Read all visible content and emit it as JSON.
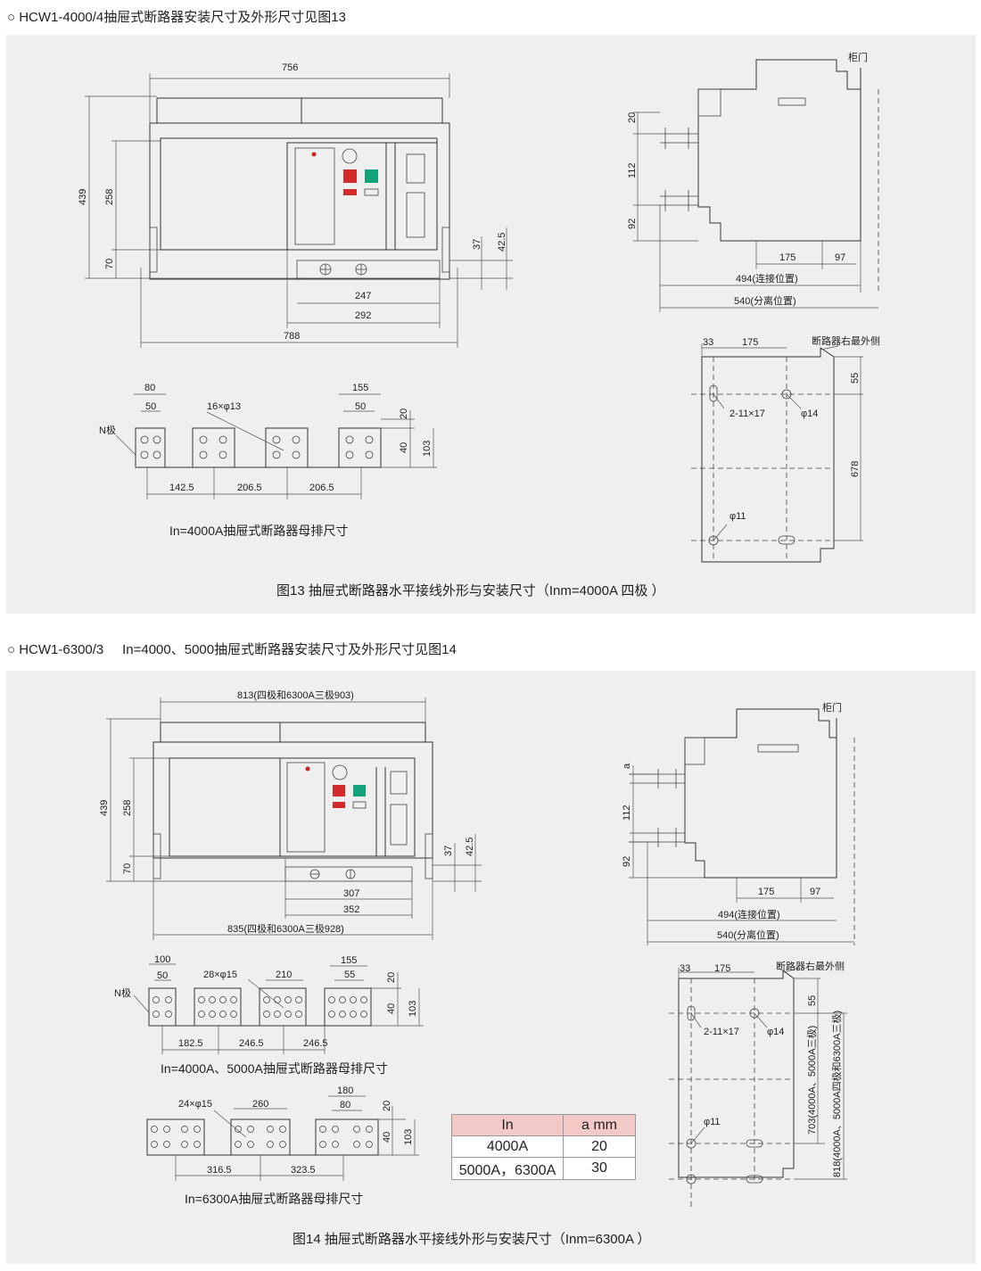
{
  "section1": {
    "heading": "○ HCW1-4000/4抽屉式断路器安装尺寸及外形尺寸见图13",
    "front_dims": {
      "width": "756",
      "height": "439",
      "h2": "258",
      "h3": "70",
      "bottom": "788",
      "b1": "247",
      "b2": "292",
      "r1": "37",
      "r2": "42.5"
    },
    "side_dims": {
      "door": "柜门",
      "v1": "20",
      "v2": "112",
      "v3": "92",
      "h1": "175",
      "h2": "97",
      "conn": "494(连接位置)",
      "sep": "540(分离位置)"
    },
    "busbar": {
      "d80": "80",
      "d50a": "50",
      "holes": "16×φ13",
      "d155": "155",
      "d50b": "50",
      "n_pole": "N极",
      "v20": "20",
      "v40": "40",
      "v103": "103",
      "s1": "142.5",
      "s2": "206.5",
      "s3": "206.5",
      "label": "In=4000A抽屉式断路器母排尺寸"
    },
    "mount": {
      "d33": "33",
      "d175": "175",
      "right_side": "断路器右最外侧",
      "v55": "55",
      "v678": "678",
      "slot": "2-11×17",
      "hole14": "φ14",
      "hole11": "φ11"
    },
    "caption": "图13 抽屉式断路器水平接线外形与安装尺寸（Inm=4000A 四极 ）"
  },
  "section2": {
    "heading": "○ HCW1-6300/3     In=4000、5000抽屉式断路器安装尺寸及外形尺寸见图14",
    "front_dims": {
      "width": "813(四极和6300A三极903)",
      "height": "439",
      "h2": "258",
      "h3": "70",
      "bottom": "835(四极和6300A三极928)",
      "b1": "307",
      "b2": "352",
      "r1": "37",
      "r2": "42.5"
    },
    "side_dims": {
      "door": "柜门",
      "v1": "a",
      "v2": "112",
      "v3": "92",
      "h1": "175",
      "h2": "97",
      "conn": "494(连接位置)",
      "sep": "540(分离位置)"
    },
    "busbar1": {
      "d100": "100",
      "d50a": "50",
      "holes": "28×φ15",
      "d210": "210",
      "d155": "155",
      "d55": "55",
      "n_pole": "N极",
      "v20": "20",
      "v40": "40",
      "v103": "103",
      "s1": "182.5",
      "s2": "246.5",
      "s3": "246.5",
      "label": "In=4000A、5000A抽屉式断路器母排尺寸"
    },
    "busbar2": {
      "holes": "24×φ15",
      "d260": "260",
      "d180": "180",
      "d80": "80",
      "v20": "20",
      "v40": "40",
      "v103": "103",
      "s1": "316.5",
      "s2": "323.5",
      "label": "In=6300A抽屉式断路器母排尺寸"
    },
    "table": {
      "head": [
        "In",
        "a   mm"
      ],
      "rows": [
        [
          "4000A",
          "20"
        ],
        [
          "5000A，6300A",
          "30"
        ]
      ]
    },
    "mount": {
      "d33": "33",
      "d175": "175",
      "right_side": "断路器右最外侧",
      "v55": "55",
      "v703": "703(4000A、5000A三极)",
      "v818": "818(4000A、5000A四极和6300A三极)",
      "slot": "2-11×17",
      "hole14": "φ14",
      "hole11": "φ11"
    },
    "caption": "图14 抽屉式断路器水平接线外形与安装尺寸（Inm=6300A ）"
  }
}
